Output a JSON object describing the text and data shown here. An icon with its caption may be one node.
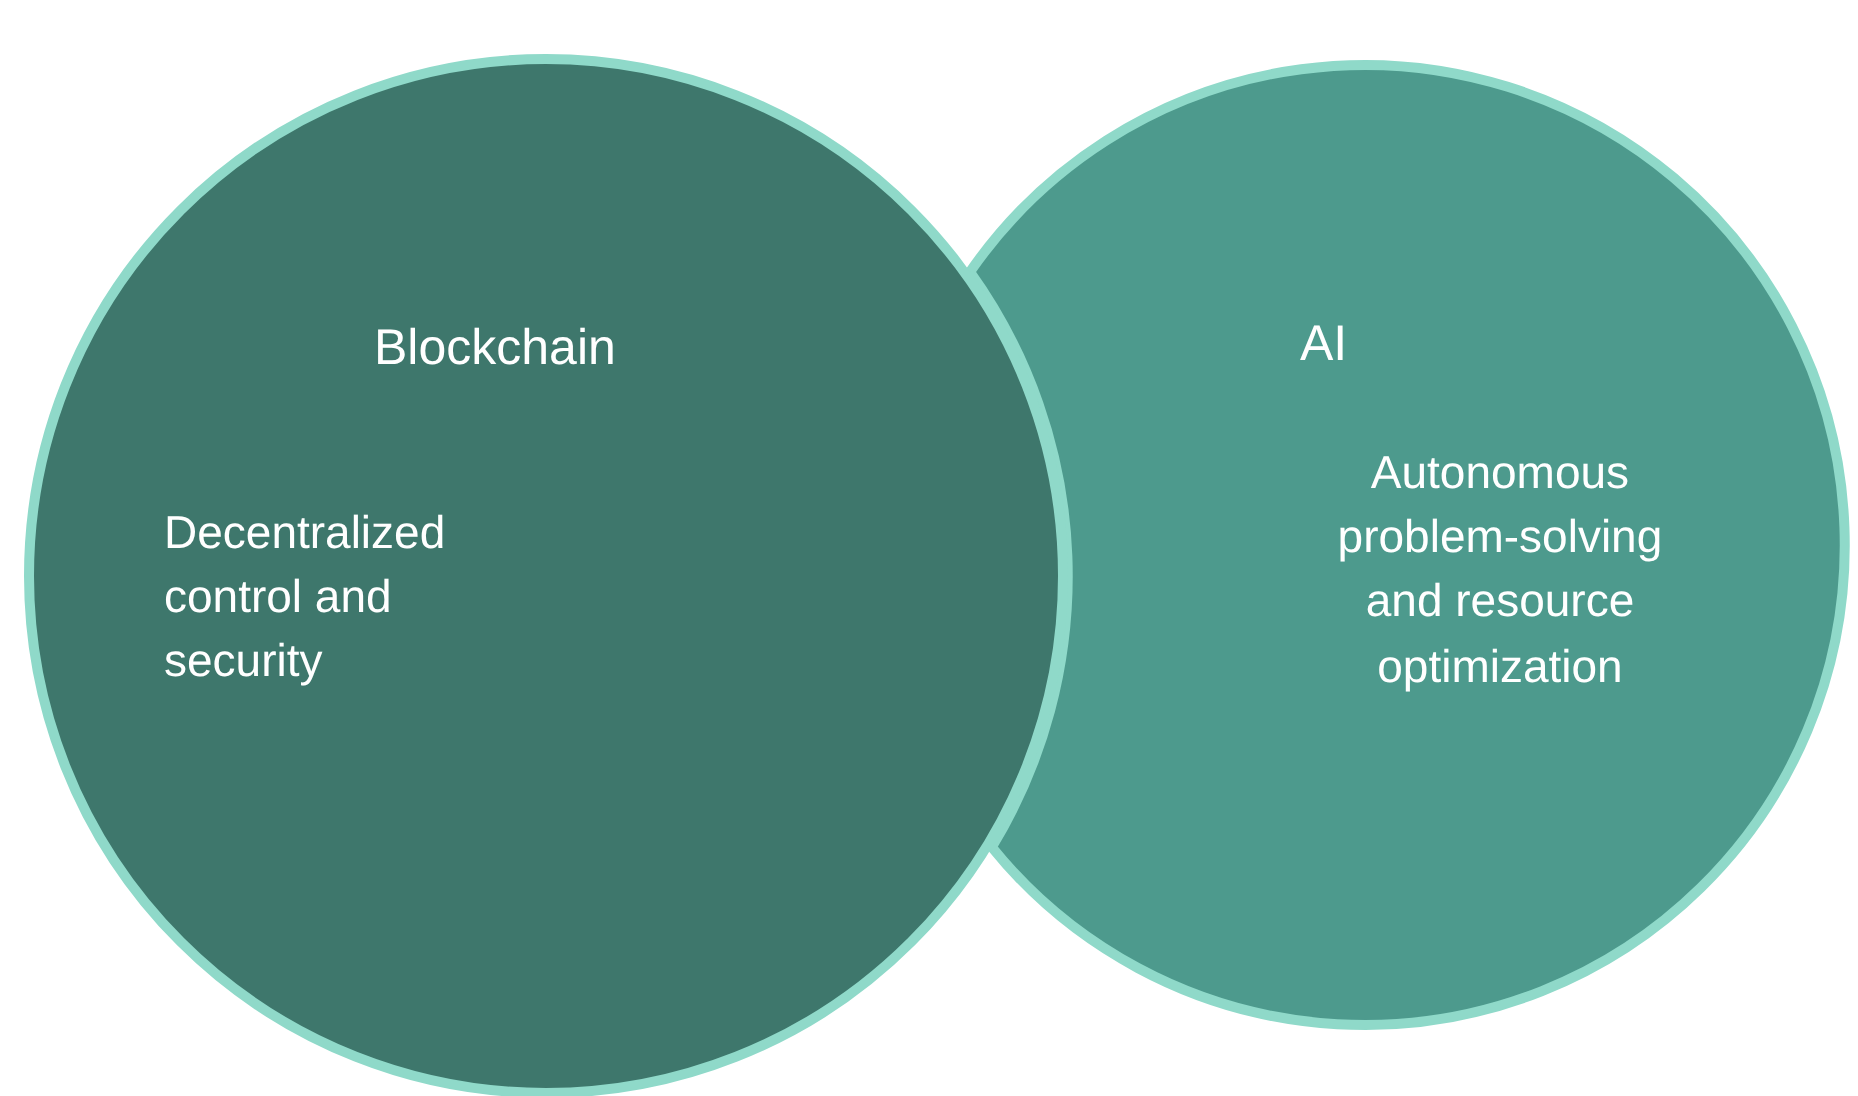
{
  "diagram": {
    "nodes": [
      {
        "text": [
          "Blockchain",
          "Decentralized control and security"
        ]
      },
      {
        "text": [
          "AI",
          "Autonomous problem-solving and resource optimization"
        ]
      }
    ]
  }
}
